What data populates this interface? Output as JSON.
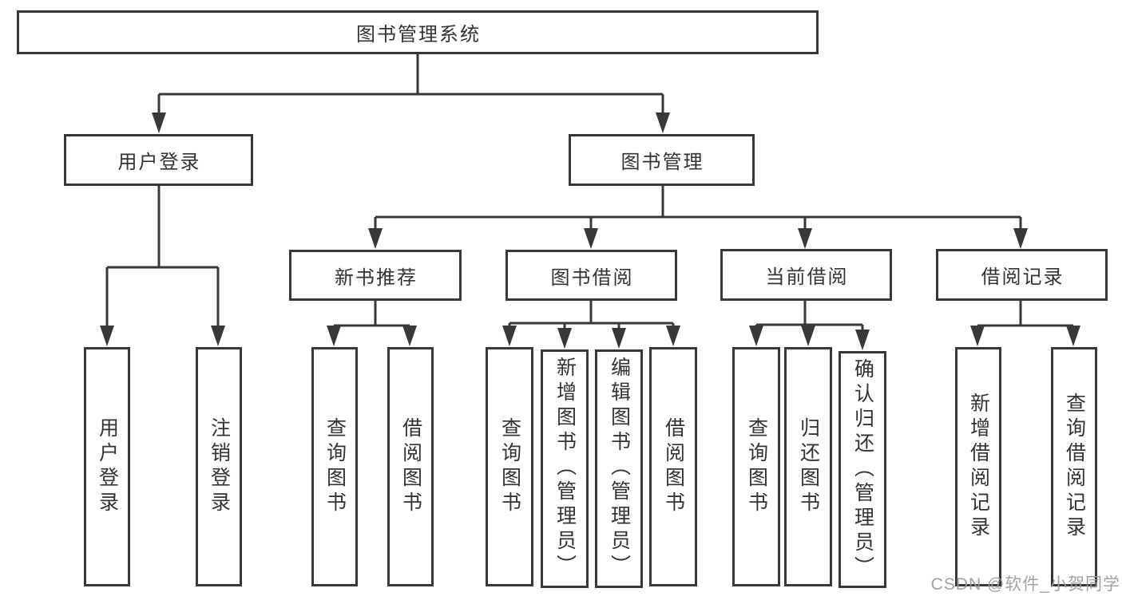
{
  "colors": {
    "line": "#383838",
    "box_border": "#383838",
    "text": "#333333",
    "watermark_gray": "#9b9b9b",
    "background": "#ffffff"
  },
  "tree": {
    "root": {
      "label": "图书管理系统",
      "children": [
        {
          "label": "用户登录",
          "children": [
            {
              "label": "用户登录"
            },
            {
              "label": "注销登录"
            }
          ]
        },
        {
          "label": "图书管理",
          "children": [
            {
              "label": "新书推荐",
              "children": [
                {
                  "label": "查询图书"
                },
                {
                  "label": "借阅图书"
                }
              ]
            },
            {
              "label": "图书借阅",
              "children": [
                {
                  "label": "查询图书"
                },
                {
                  "label": "新增图书（管理员）"
                },
                {
                  "label": "编辑图书（管理员）"
                },
                {
                  "label": "借阅图书"
                }
              ]
            },
            {
              "label": "当前借阅",
              "children": [
                {
                  "label": "查询图书"
                },
                {
                  "label": "归还图书"
                },
                {
                  "label": "确认归还（管理员）"
                }
              ]
            },
            {
              "label": "借阅记录",
              "children": [
                {
                  "label": "新增借阅记录"
                },
                {
                  "label": "查询借阅记录"
                }
              ]
            }
          ]
        }
      ]
    }
  },
  "watermark": {
    "text": "CSDN @软件_小贺同学"
  }
}
